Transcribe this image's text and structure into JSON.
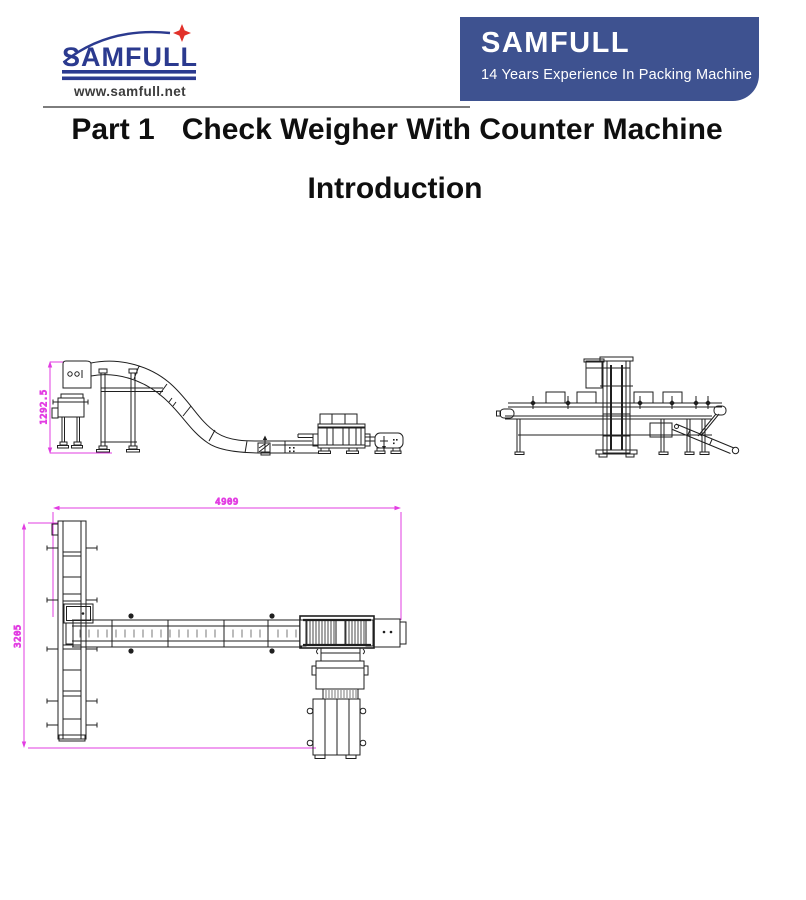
{
  "colors": {
    "brand_blue": "#2b3a8f",
    "star_red": "#e2312a",
    "banner_bg": "#3e5290",
    "banner_text": "#ffffff",
    "divider_gray": "#7d7d7d",
    "title_black": "#0f0f0f",
    "website_gray": "#3c3c3c",
    "dimension_magenta": "#e23ce2",
    "line_dark": "#1f1f1f"
  },
  "header": {
    "logo": {
      "brand": "SAMFULL",
      "website": "www.samfull.net"
    },
    "banner": {
      "brand": "SAMFULL",
      "tagline": "14 Years Experience In Packing Machine"
    }
  },
  "title": {
    "part_label": "Part 1",
    "heading": "Check Weigher With Counter Machine",
    "subheading": "Introduction"
  },
  "drawings": {
    "left_side_view": {
      "height_dimension": "1292.5"
    },
    "top_view": {
      "length_dimension": "4909",
      "width_dimension": "3205"
    }
  }
}
